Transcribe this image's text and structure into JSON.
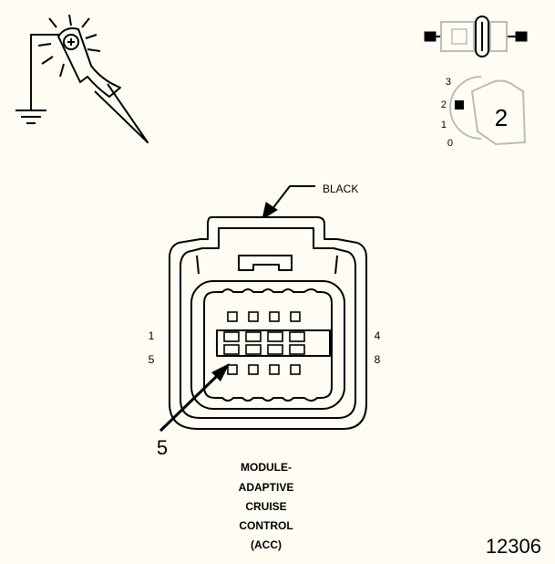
{
  "colors": {
    "background": "#fffdf3",
    "ink": "#000000"
  },
  "icons": {
    "test_light": "test-light-probe-icon",
    "ground": "ground-symbol-icon",
    "fuse": "fuse-icon",
    "ignition": "ignition-key-switch-icon"
  },
  "ignition": {
    "positions": [
      "3",
      "2",
      "1",
      "0"
    ],
    "key_label": "2"
  },
  "connector": {
    "wire_color_label": "BLACK",
    "pin_labels": {
      "top_left": "1",
      "bottom_left": "5",
      "top_right": "4",
      "bottom_right": "8"
    },
    "callout_pin": "5",
    "name_lines": [
      "MODULE-",
      "ADAPTIVE",
      "CRUISE",
      "CONTROL",
      "(ACC)"
    ]
  },
  "figure_number": "12306"
}
